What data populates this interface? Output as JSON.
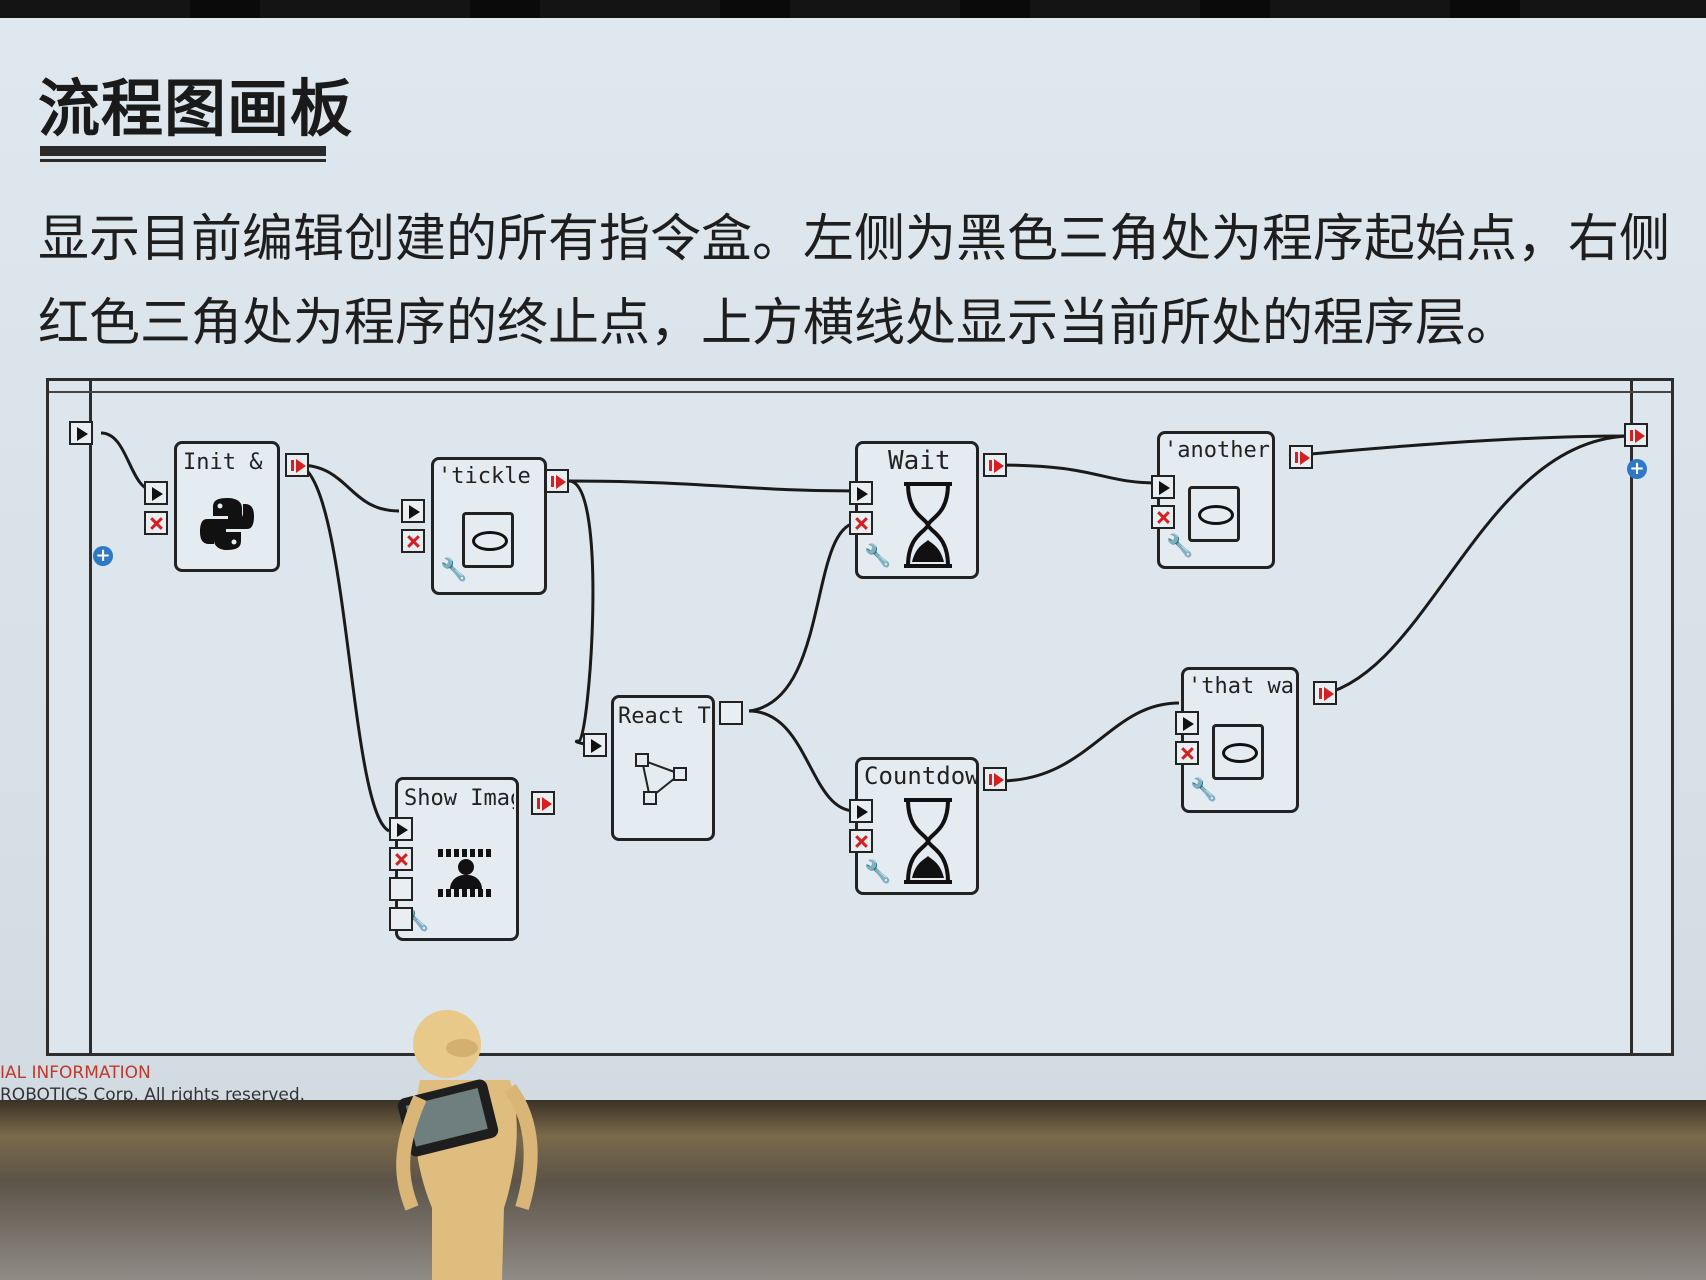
{
  "slide": {
    "title": "流程图画板",
    "description": "显示目前编辑创建的所有指令盒。左侧为黑色三角处为程序起始点，右侧红色三角处为程序的终止点，上方横线处显示当前所处的程序层。"
  },
  "boxes": {
    "init_reset": "Init & Rese",
    "tickle_me": "'tickle me'",
    "show_image": "Show Image",
    "react_to": "React To Ti",
    "wait": "Wait",
    "countdown": "Countdown",
    "another": "'another ti",
    "that_was": "'that was f"
  },
  "footer": {
    "line1": "IAL INFORMATION",
    "line2": "ROBOTICS Corp. All rights reserved."
  },
  "icons": {
    "init_reset": "python-icon",
    "tickle_me": "speech-lips-icon",
    "show_image": "film-image-icon",
    "react_to": "graph-nodes-icon",
    "wait": "hourglass-icon",
    "countdown": "hourglass-icon",
    "another": "speech-lips-icon",
    "that_was": "speech-lips-icon"
  },
  "colors": {
    "start_port": "#111111",
    "stop_port": "#d42020",
    "add_button": "#2f78c8"
  }
}
